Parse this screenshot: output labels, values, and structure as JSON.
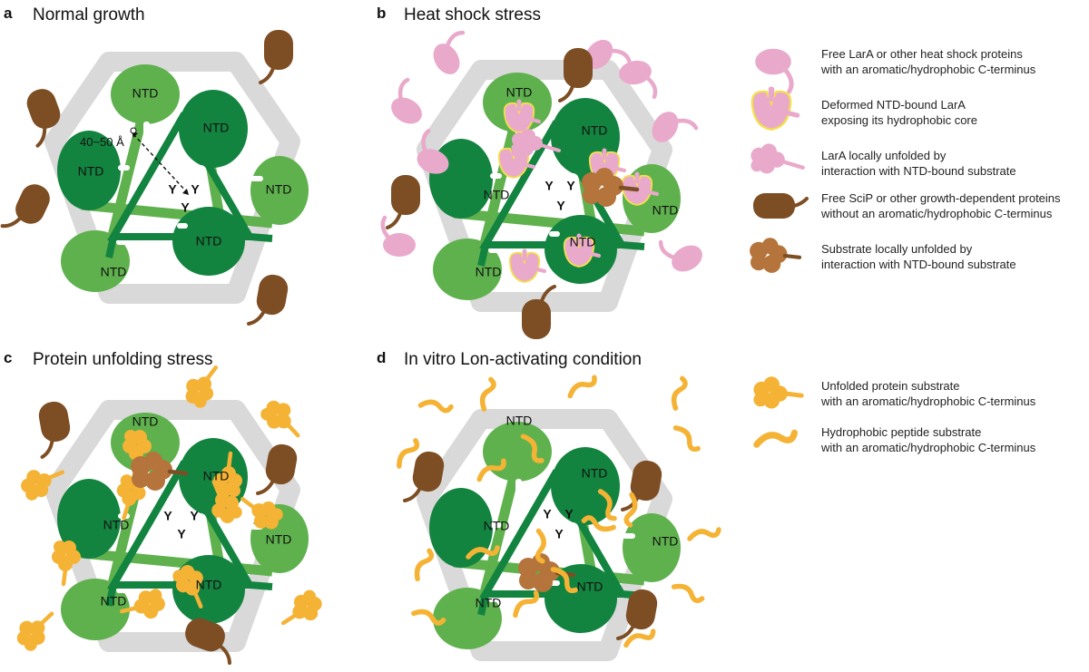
{
  "panels": [
    {
      "letter": "a",
      "title": "Normal growth"
    },
    {
      "letter": "b",
      "title": "Heat shock stress"
    },
    {
      "letter": "c",
      "title": "Protein unfolding stress"
    },
    {
      "letter": "d",
      "title": "In vitro Lon-activating condition"
    }
  ],
  "domain_label": "NTD",
  "tyrosine_label": "Y",
  "distance_label": "40~50 Å",
  "legend_top": [
    {
      "icon": "free-lara-icon",
      "line1": "Free LarA or other heat shock proteins",
      "line2": "with an aromatic/hydrophobic C-terminus"
    },
    {
      "icon": "deformed-lara-icon",
      "line1": "Deformed NTD-bound LarA",
      "line2": "exposing its hydrophobic core"
    },
    {
      "icon": "unfolded-lara-icon",
      "line1": "LarA locally unfolded by",
      "line2": "interaction with NTD-bound substrate"
    },
    {
      "icon": "free-scip-icon",
      "line1": "Free SciP or other growth-dependent proteins",
      "line2": "without an aromatic/hydrophobic C-terminus"
    },
    {
      "icon": "unfolded-substrate-icon",
      "line1": "Substrate locally unfolded by",
      "line2": "interaction with NTD-bound substrate"
    }
  ],
  "legend_bottom": [
    {
      "icon": "unfolded-protein-icon",
      "line1": "Unfolded protein substrate",
      "line2": "with an aromatic/hydrophobic C-terminus"
    },
    {
      "icon": "peptide-icon",
      "line1": "Hydrophobic peptide substrate",
      "line2": "with an aromatic/hydrophobic C-terminus"
    }
  ],
  "colors": {
    "hexagon": "#d9d9d9",
    "ntd_light": "#5fb14e",
    "ntd_dark": "#13843f",
    "lara": "#e9a9cb",
    "lara_outline": "#f4df4d",
    "scip": "#7d4e24",
    "substrate": "#f5b335",
    "substrate_dark": "#e69a14"
  }
}
